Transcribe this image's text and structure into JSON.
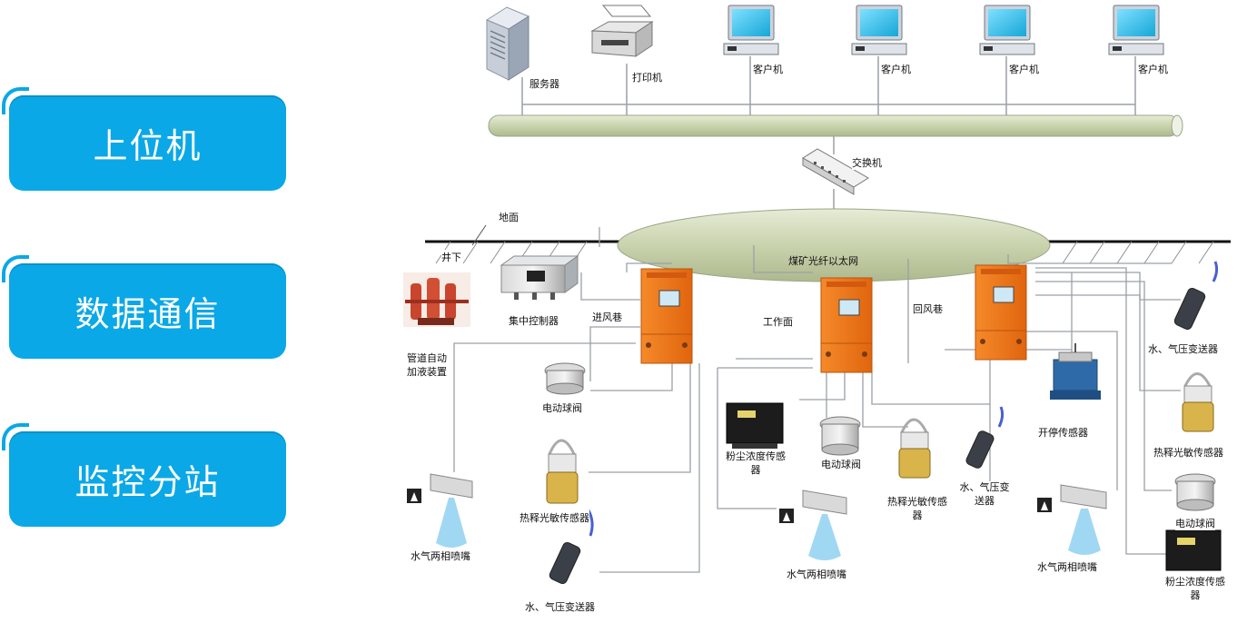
{
  "tiers": {
    "upper": "上位机",
    "comm": "数据通信",
    "station": "监控分站"
  },
  "labels": {
    "server": "服务器",
    "printer": "打印机",
    "client": "客户机",
    "switch": "交换机",
    "surface": "地面",
    "underground": "井下",
    "ethernet": "煤矿光纤以太网",
    "central_controller": "集中控制器",
    "intake": "进风巷",
    "workface": "工作面",
    "return": "回风巷",
    "pipe_doser": "管道自动加液装置",
    "electric_valve": "电动球阀",
    "pyro_sensor": "热释光敏传感器",
    "water_gas_transmitter": "水、气压变送器",
    "water_gas_transmitter_short": "水、气压变送器",
    "dust_sensor": "粉尘浓度传感器",
    "nozzle": "水气两相喷嘴",
    "switch_sensor": "开停传感器"
  },
  "colors": {
    "tier_bg": "#0aa8e6",
    "station_orange": "#f07b1d",
    "bus_green": "#cfd8b6",
    "line_gray": "#9aa0a6"
  }
}
